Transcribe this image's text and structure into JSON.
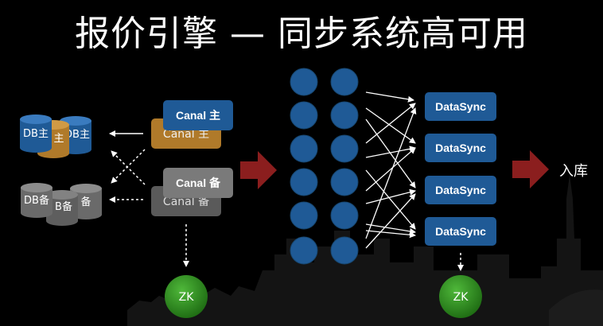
{
  "title": "报价引擎 — 同步系统高可用",
  "db_master": {
    "label": "DB主",
    "label_partial": "主",
    "label_mid": "DB主"
  },
  "db_backup": {
    "label": "DB备",
    "label_partial": "B备",
    "label_mid": "备"
  },
  "canal_master": {
    "front": "Canal 主",
    "back": "Canal 主"
  },
  "canal_backup": {
    "front": "Canal 备",
    "back": "Canal 备"
  },
  "zk_left": "ZK",
  "zk_right": "ZK",
  "datasync": [
    "DataSync",
    "DataSync",
    "DataSync",
    "DataSync"
  ],
  "storage": "入库",
  "colors": {
    "blue": "#1f5a96",
    "orange": "#b07a2a",
    "gray": "#6a6a6a",
    "green": "#2e8b20",
    "arrow": "#8b1e1e"
  }
}
